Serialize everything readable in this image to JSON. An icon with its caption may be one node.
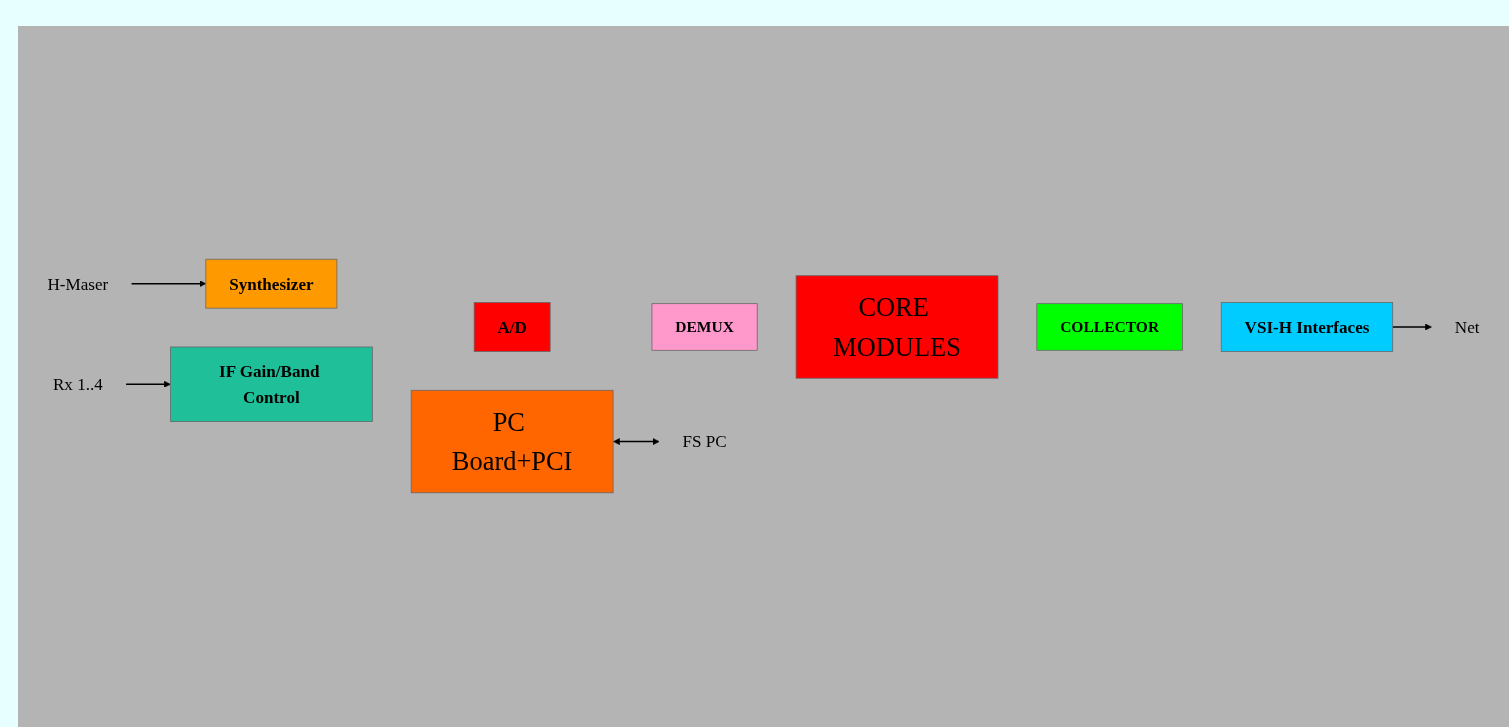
{
  "diagram": {
    "nodes": [
      {
        "text": [
          "H-Maser"
        ]
      },
      {
        "text": [
          "Synthesizer"
        ]
      },
      {
        "text": [
          "Rx 1..4"
        ]
      },
      {
        "text": [
          "IF Gain/Band Control"
        ]
      },
      {
        "text": [
          "A/D"
        ]
      },
      {
        "text": [
          "DEMUX"
        ]
      },
      {
        "text": [
          "CORE MODULES"
        ]
      },
      {
        "text": [
          "COLLECTOR"
        ]
      },
      {
        "text": [
          "VSI-H Interfaces"
        ]
      },
      {
        "text": [
          "PC Board+PCI"
        ]
      },
      {
        "text": [
          "Net"
        ]
      },
      {
        "text": [
          "FS PC"
        ]
      }
    ],
    "edges": [
      {
        "from": 0,
        "to": 1,
        "arrow": "to"
      },
      {
        "from": 2,
        "to": 3,
        "arrow": "to"
      },
      {
        "from": 8,
        "to": 10,
        "arrow": "to"
      },
      {
        "from": 9,
        "to": 11,
        "arrow": "both"
      }
    ]
  }
}
